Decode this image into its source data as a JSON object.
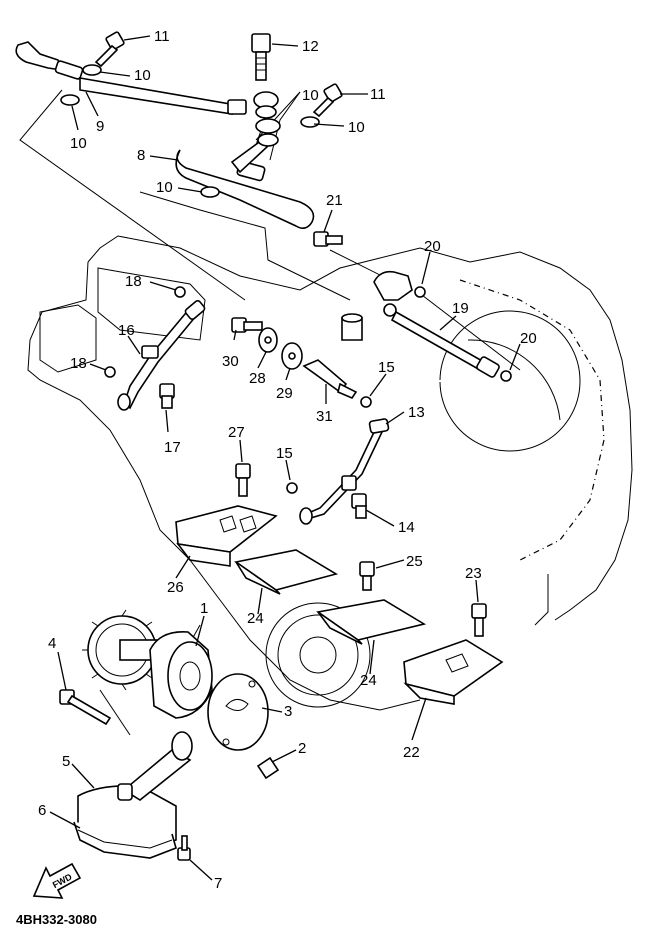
{
  "diagram": {
    "callouts": [
      "1",
      "2",
      "3",
      "4",
      "5",
      "6",
      "7",
      "8",
      "9",
      "10",
      "11",
      "12",
      "13",
      "14",
      "15",
      "16",
      "17",
      "18",
      "19",
      "20",
      "21",
      "22",
      "23",
      "24",
      "25",
      "26",
      "27",
      "28",
      "29",
      "30",
      "31"
    ],
    "part_code": "4BH332-3080",
    "forward_label": "FWD"
  }
}
